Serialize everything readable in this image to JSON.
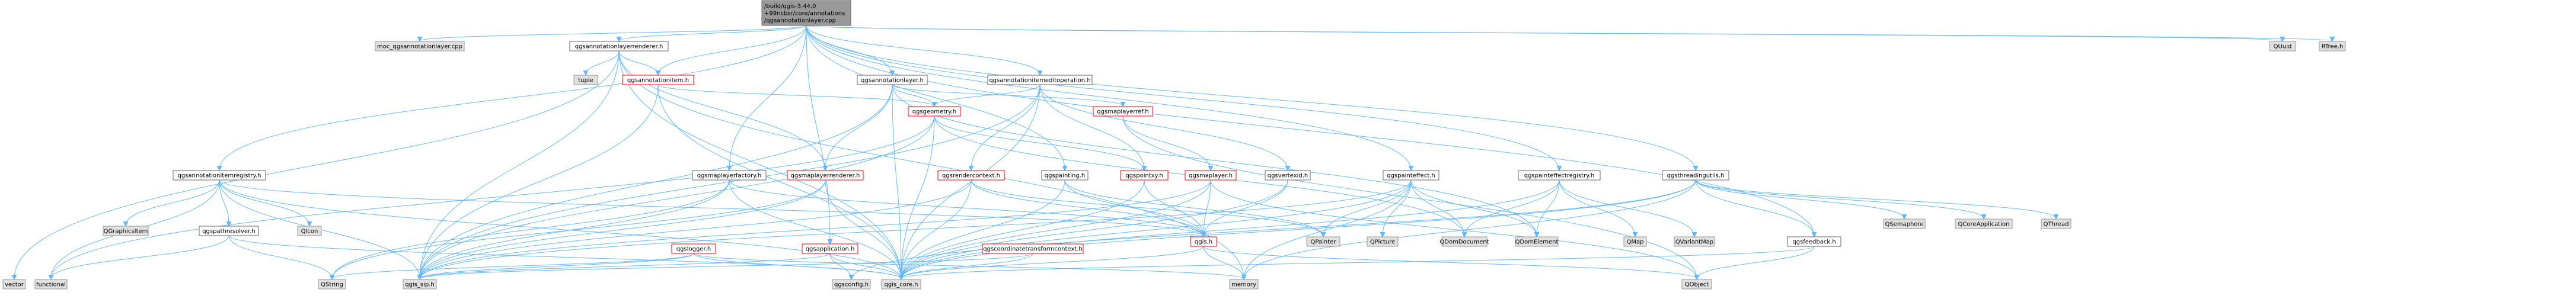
{
  "nodes": [
    {
      "id": "root",
      "lines": [
        "/build/qgis-3.44.0",
        "+99ncbsr/core/annotations",
        "/qgsannotationlayer.cpp"
      ],
      "style": "root"
    },
    {
      "id": "moc",
      "lines": [
        "moc_qgsannotationlayer.cpp"
      ],
      "style": "gray"
    },
    {
      "id": "layerrenderer",
      "lines": [
        "qgsannotationlayerrenderer.h"
      ],
      "style": "plain"
    },
    {
      "id": "vector",
      "lines": [
        "vector"
      ],
      "style": "gray"
    },
    {
      "id": "tuple",
      "lines": [
        "tuple"
      ],
      "style": "gray"
    },
    {
      "id": "annotationitem",
      "lines": [
        "qgsannotationitem.h"
      ],
      "style": "red"
    },
    {
      "id": "annotationlayer",
      "lines": [
        "qgsannotationlayer.h"
      ],
      "style": "plain"
    },
    {
      "id": "itemeditop",
      "lines": [
        "qgsannotationitemeditoperation.h"
      ],
      "style": "plain"
    },
    {
      "id": "geometry",
      "lines": [
        "qgsgeometry.h"
      ],
      "style": "red"
    },
    {
      "id": "maplayerref",
      "lines": [
        "qgsmaplayerref.h"
      ],
      "style": "red"
    },
    {
      "id": "itemregistry",
      "lines": [
        "qgsannotationitemregistry.h"
      ],
      "style": "plain"
    },
    {
      "id": "maplayerfactory",
      "lines": [
        "qgsmaplayerfactory.h"
      ],
      "style": "plain"
    },
    {
      "id": "maplayerrenderer",
      "lines": [
        "qgsmaplayerrenderer.h"
      ],
      "style": "red"
    },
    {
      "id": "rendercontext",
      "lines": [
        "qgsrendercontext.h"
      ],
      "style": "red"
    },
    {
      "id": "painting",
      "lines": [
        "qgspainting.h"
      ],
      "style": "plain"
    },
    {
      "id": "pointxy",
      "lines": [
        "qgspointxy.h"
      ],
      "style": "red"
    },
    {
      "id": "maplayer",
      "lines": [
        "qgsmaplayer.h"
      ],
      "style": "red"
    },
    {
      "id": "vertexid",
      "lines": [
        "qgsvertexid.h"
      ],
      "style": "plain"
    },
    {
      "id": "painteffect",
      "lines": [
        "qgspainteffect.h"
      ],
      "style": "plain"
    },
    {
      "id": "painteffectregistry",
      "lines": [
        "qgspainteffectregistry.h"
      ],
      "style": "plain"
    },
    {
      "id": "threadingutils",
      "lines": [
        "qgsthreadingutils.h"
      ],
      "style": "plain"
    },
    {
      "id": "quuid",
      "lines": [
        "QUuid"
      ],
      "style": "gray"
    },
    {
      "id": "rtree",
      "lines": [
        "RTree.h"
      ],
      "style": "gray"
    },
    {
      "id": "qgraphicsitem",
      "lines": [
        "QGraphicsItem"
      ],
      "style": "gray"
    },
    {
      "id": "pathresolver",
      "lines": [
        "qgspathresolver.h"
      ],
      "style": "plain"
    },
    {
      "id": "qicon",
      "lines": [
        "QIcon"
      ],
      "style": "gray"
    },
    {
      "id": "logger",
      "lines": [
        "qgslogger.h"
      ],
      "style": "red"
    },
    {
      "id": "application",
      "lines": [
        "qgsapplication.h"
      ],
      "style": "red"
    },
    {
      "id": "ctcontext",
      "lines": [
        "qgscoordinatetransformcontext.h"
      ],
      "style": "red"
    },
    {
      "id": "qgis",
      "lines": [
        "qgis.h"
      ],
      "style": "red"
    },
    {
      "id": "qpainter",
      "lines": [
        "QPainter"
      ],
      "style": "gray"
    },
    {
      "id": "qpicture",
      "lines": [
        "QPicture"
      ],
      "style": "gray"
    },
    {
      "id": "qdomdocument",
      "lines": [
        "QDomDocument"
      ],
      "style": "gray"
    },
    {
      "id": "qdomelement",
      "lines": [
        "QDomElement"
      ],
      "style": "gray"
    },
    {
      "id": "qmap",
      "lines": [
        "QMap"
      ],
      "style": "gray"
    },
    {
      "id": "qvariantmap",
      "lines": [
        "QVariantMap"
      ],
      "style": "gray"
    },
    {
      "id": "feedback",
      "lines": [
        "qgsfeedback.h"
      ],
      "style": "plain"
    },
    {
      "id": "qsemaphore",
      "lines": [
        "QSemaphore"
      ],
      "style": "gray"
    },
    {
      "id": "qcoreapplication",
      "lines": [
        "QCoreApplication"
      ],
      "style": "gray"
    },
    {
      "id": "qthread",
      "lines": [
        "QThread"
      ],
      "style": "gray"
    },
    {
      "id": "functional",
      "lines": [
        "functional"
      ],
      "style": "gray"
    },
    {
      "id": "qstring",
      "lines": [
        "QString"
      ],
      "style": "gray"
    },
    {
      "id": "sip",
      "lines": [
        "qgis_sip.h"
      ],
      "style": "gray"
    },
    {
      "id": "qgsconfig",
      "lines": [
        "qgsconfig.h"
      ],
      "style": "gray"
    },
    {
      "id": "core",
      "lines": [
        "qgis_core.h"
      ],
      "style": "gray"
    },
    {
      "id": "memory",
      "lines": [
        "memory"
      ],
      "style": "gray"
    },
    {
      "id": "qobject",
      "lines": [
        "QObject"
      ],
      "style": "gray"
    }
  ],
  "edges": [
    [
      "root",
      "moc"
    ],
    [
      "root",
      "layerrenderer"
    ],
    [
      "root",
      "annotationitem"
    ],
    [
      "root",
      "annotationlayer"
    ],
    [
      "root",
      "itemeditop"
    ],
    [
      "root",
      "itemregistry"
    ],
    [
      "root",
      "maplayerfactory"
    ],
    [
      "root",
      "painting"
    ],
    [
      "root",
      "painteffect"
    ],
    [
      "root",
      "painteffectregistry"
    ],
    [
      "root",
      "threadingutils"
    ],
    [
      "root",
      "feedback"
    ],
    [
      "root",
      "quuid"
    ],
    [
      "root",
      "rtree"
    ],
    [
      "root",
      "application"
    ],
    [
      "layerrenderer",
      "vector"
    ],
    [
      "layerrenderer",
      "tuple"
    ],
    [
      "layerrenderer",
      "annotationitem"
    ],
    [
      "layerrenderer",
      "maplayerrenderer"
    ],
    [
      "layerrenderer",
      "core"
    ],
    [
      "layerrenderer",
      "sip"
    ],
    [
      "layerrenderer",
      "memory"
    ],
    [
      "annotationitem",
      "core"
    ],
    [
      "annotationitem",
      "sip"
    ],
    [
      "annotationitem",
      "geometry"
    ],
    [
      "annotationlayer",
      "maplayerrenderer"
    ],
    [
      "annotationlayer",
      "maplayerref"
    ],
    [
      "annotationlayer",
      "geometry"
    ],
    [
      "annotationlayer",
      "core"
    ],
    [
      "annotationlayer",
      "sip"
    ],
    [
      "annotationlayer",
      "qdomelement"
    ],
    [
      "itemeditop",
      "geometry"
    ],
    [
      "itemeditop",
      "vertexid"
    ],
    [
      "itemeditop",
      "pointxy"
    ],
    [
      "itemeditop",
      "rendercontext"
    ],
    [
      "itemeditop",
      "core"
    ],
    [
      "itemeditop",
      "sip"
    ],
    [
      "geometry",
      "functional"
    ],
    [
      "geometry",
      "qdomdocument"
    ],
    [
      "geometry",
      "pointxy"
    ],
    [
      "geometry",
      "core"
    ],
    [
      "geometry",
      "sip"
    ],
    [
      "maplayerref",
      "maplayer"
    ],
    [
      "maplayerref",
      "qobject"
    ],
    [
      "itemregistry",
      "core"
    ],
    [
      "itemregistry",
      "sip"
    ],
    [
      "itemregistry",
      "qgis"
    ],
    [
      "itemregistry",
      "qicon"
    ],
    [
      "itemregistry",
      "qgraphicsitem"
    ],
    [
      "itemregistry",
      "pathresolver"
    ],
    [
      "itemregistry",
      "functional"
    ],
    [
      "maplayerfactory",
      "core"
    ],
    [
      "maplayerfactory",
      "qgis"
    ],
    [
      "maplayerfactory",
      "qstring"
    ],
    [
      "maplayerfactory",
      "sip"
    ],
    [
      "maplayerrenderer",
      "core"
    ],
    [
      "maplayerrenderer",
      "sip"
    ],
    [
      "maplayerrenderer",
      "qstring"
    ],
    [
      "rendercontext",
      "core"
    ],
    [
      "rendercontext",
      "sip"
    ],
    [
      "rendercontext",
      "qgis"
    ],
    [
      "rendercontext",
      "qpainter"
    ],
    [
      "painting",
      "core"
    ],
    [
      "painting",
      "qgis"
    ],
    [
      "painting",
      "qpainter"
    ],
    [
      "pointxy",
      "core"
    ],
    [
      "pointxy",
      "qgis"
    ],
    [
      "maplayer",
      "qgis"
    ],
    [
      "maplayer",
      "core"
    ],
    [
      "maplayer",
      "sip"
    ],
    [
      "maplayer",
      "qobject"
    ],
    [
      "vertexid",
      "core"
    ],
    [
      "vertexid",
      "qgis"
    ],
    [
      "painteffect",
      "core"
    ],
    [
      "painteffect",
      "sip"
    ],
    [
      "painteffect",
      "qpainter"
    ],
    [
      "painteffect",
      "qpicture"
    ],
    [
      "painteffect",
      "qdomelement"
    ],
    [
      "painteffect",
      "qdomdocument"
    ],
    [
      "painteffect",
      "memory"
    ],
    [
      "painteffectregistry",
      "core"
    ],
    [
      "painteffectregistry",
      "qdomelement"
    ],
    [
      "painteffectregistry",
      "qdomdocument"
    ],
    [
      "painteffectregistry",
      "qmap"
    ],
    [
      "painteffectregistry",
      "qvariantmap"
    ],
    [
      "threadingutils",
      "core"
    ],
    [
      "threadingutils",
      "qgsconfig"
    ],
    [
      "threadingutils",
      "feedback"
    ],
    [
      "threadingutils",
      "qsemaphore"
    ],
    [
      "threadingutils",
      "qcoreapplication"
    ],
    [
      "threadingutils",
      "qthread"
    ],
    [
      "threadingutils",
      "memory"
    ],
    [
      "feedback",
      "core"
    ],
    [
      "feedback",
      "qobject"
    ],
    [
      "pathresolver",
      "core"
    ],
    [
      "pathresolver",
      "functional"
    ],
    [
      "pathresolver",
      "qstring"
    ],
    [
      "logger",
      "core"
    ],
    [
      "logger",
      "qstring"
    ],
    [
      "logger",
      "sip"
    ],
    [
      "logger",
      "memory"
    ],
    [
      "application",
      "core"
    ],
    [
      "application",
      "sip"
    ],
    [
      "application",
      "qgsconfig"
    ],
    [
      "ctcontext",
      "core"
    ],
    [
      "ctcontext",
      "sip"
    ],
    [
      "qgis",
      "core"
    ],
    [
      "qgis",
      "memory"
    ],
    [
      "qgis",
      "qobject"
    ]
  ]
}
